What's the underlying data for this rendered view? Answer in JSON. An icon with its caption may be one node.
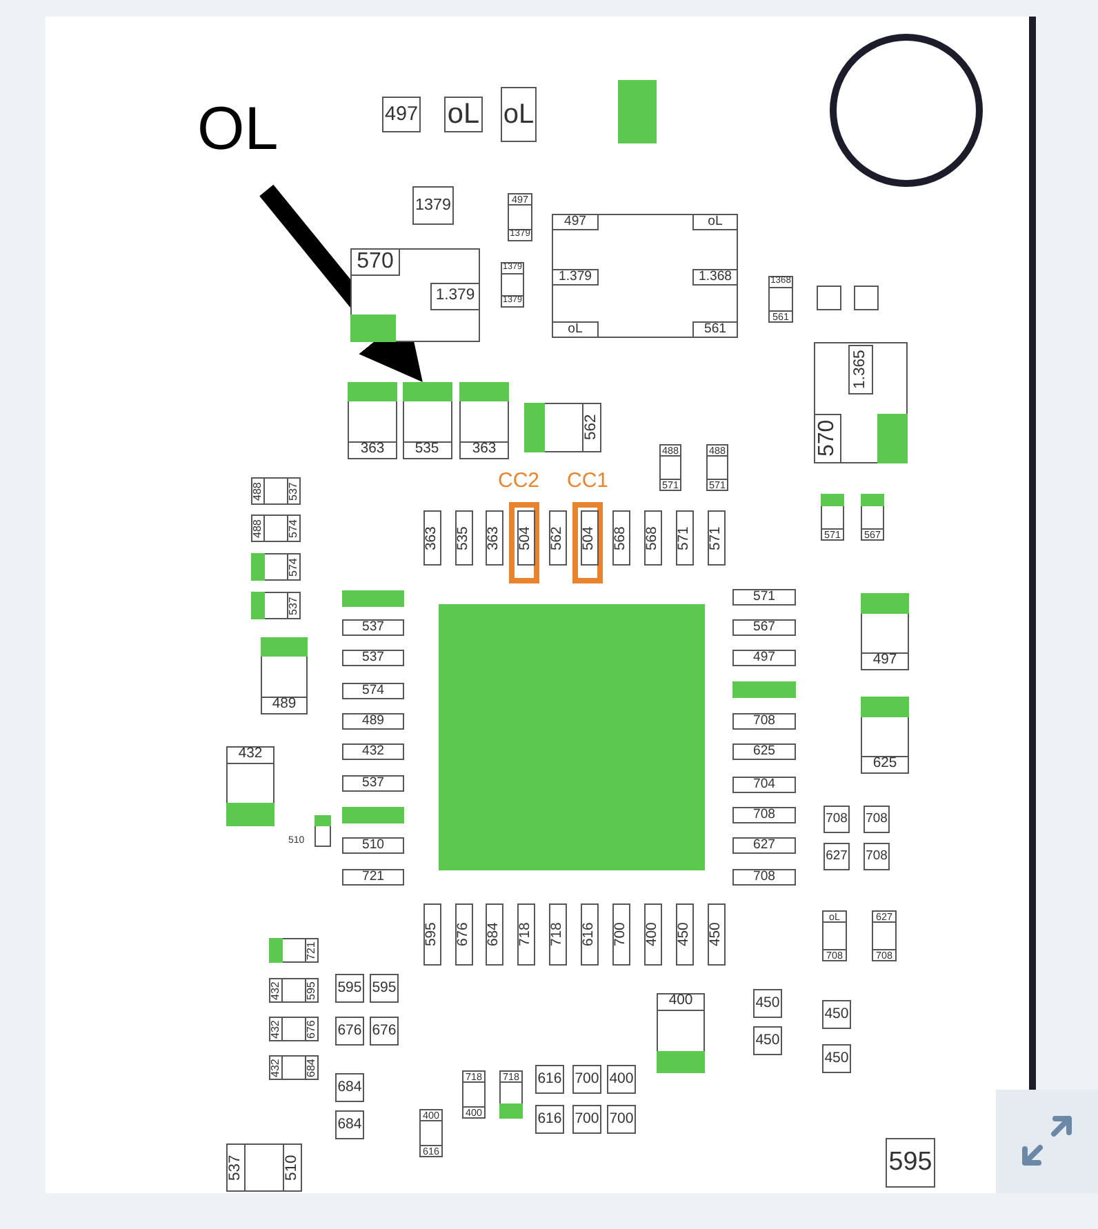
{
  "diagram": {
    "nodes": [
      {
        "text": [
          "OL"
        ]
      },
      {
        "text": [
          "535"
        ]
      },
      {
        "text": [],
        "shape": "circle"
      },
      {
        "text": [],
        "shape": "box"
      }
    ],
    "edges": [
      {
        "from": 0,
        "to": 1,
        "arrow": "to"
      }
    ],
    "labels": [
      "497",
      "oL",
      "oL",
      "1379",
      "497",
      "1379",
      "570",
      "1.379",
      "1379",
      "1379",
      "497",
      "oL",
      "1.379",
      "1.368",
      "oL",
      "561",
      "1368",
      "561",
      "1.365",
      "570",
      "363",
      "363",
      "562",
      "488",
      "571",
      "488",
      "571",
      "488",
      "537",
      "488",
      "574",
      "574",
      "537",
      "CC2",
      "CC1",
      "363",
      "535",
      "363",
      "504",
      "562",
      "504",
      "568",
      "568",
      "571",
      "571",
      "571",
      "567",
      "537",
      "537",
      "574",
      "489",
      "432",
      "537",
      "510",
      "721",
      "489",
      "432",
      "510",
      "571",
      "567",
      "497",
      "708",
      "625",
      "704",
      "708",
      "627",
      "708",
      "497",
      "625",
      "708",
      "708",
      "627",
      "708",
      "595",
      "676",
      "684",
      "718",
      "718",
      "616",
      "700",
      "400",
      "450",
      "450",
      "oL",
      "708",
      "627",
      "708",
      "721",
      "432",
      "595",
      "432",
      "676",
      "432",
      "684",
      "595",
      "595",
      "676",
      "676",
      "684",
      "684",
      "400",
      "450",
      "450",
      "450",
      "450",
      "718",
      "400",
      "718",
      "616",
      "700",
      "400",
      "616",
      "700",
      "700",
      "400",
      "616",
      "537",
      "510",
      "595"
    ]
  }
}
